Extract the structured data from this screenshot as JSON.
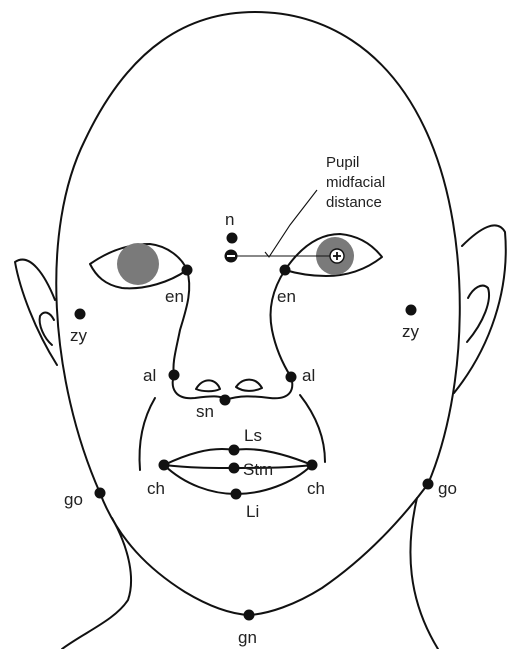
{
  "annotation": {
    "line1": "Pupil",
    "line2": "midfacial",
    "line3": "distance"
  },
  "landmarks": {
    "n": "n",
    "en_right": "en",
    "en_left": "en",
    "zy_right": "zy",
    "zy_left": "zy",
    "al_right": "al",
    "al_left": "al",
    "sn": "sn",
    "ls": "Ls",
    "stm": "Stm",
    "li": "Li",
    "ch_right": "ch",
    "ch_left": "ch",
    "go_right": "go",
    "go_left": "go",
    "gn": "gn"
  },
  "colors": {
    "outline": "#111111",
    "pupil": "#7a7a7a",
    "background": "#ffffff"
  },
  "symbols": {
    "minus": "−",
    "plus": "+"
  }
}
